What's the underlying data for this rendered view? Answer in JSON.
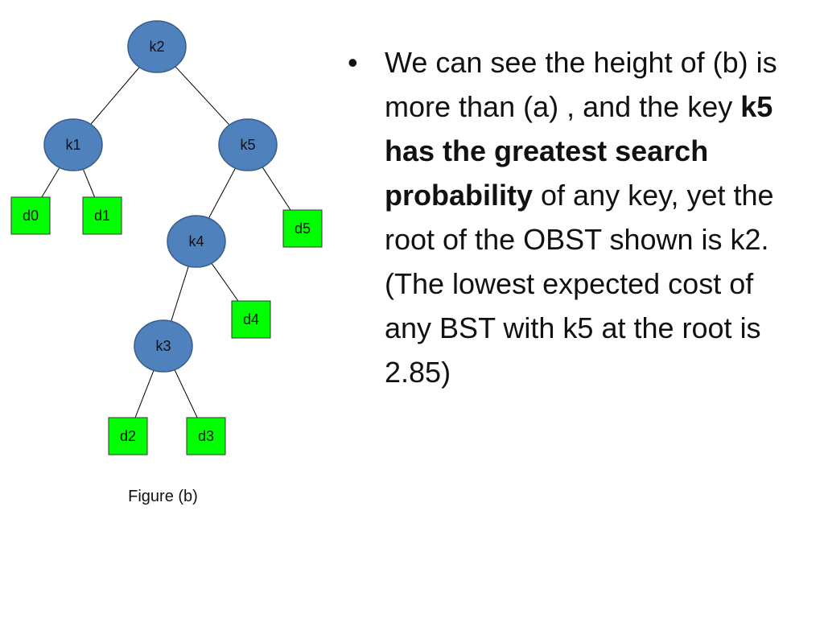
{
  "diagram": {
    "nodes": [
      {
        "id": "k2",
        "label": "k2",
        "kind": "key"
      },
      {
        "id": "k1",
        "label": "k1",
        "kind": "key"
      },
      {
        "id": "k5",
        "label": "k5",
        "kind": "key"
      },
      {
        "id": "d0",
        "label": "d0",
        "kind": "dummy"
      },
      {
        "id": "d1",
        "label": "d1",
        "kind": "dummy"
      },
      {
        "id": "k4",
        "label": "k4",
        "kind": "key"
      },
      {
        "id": "d5",
        "label": "d5",
        "kind": "dummy"
      },
      {
        "id": "d4",
        "label": "d4",
        "kind": "dummy"
      },
      {
        "id": "k3",
        "label": "k3",
        "kind": "key"
      },
      {
        "id": "d2",
        "label": "d2",
        "kind": "dummy"
      },
      {
        "id": "d3",
        "label": "d3",
        "kind": "dummy"
      }
    ],
    "edges": [
      [
        "k2",
        "k1"
      ],
      [
        "k2",
        "k5"
      ],
      [
        "k1",
        "d0"
      ],
      [
        "k1",
        "d1"
      ],
      [
        "k5",
        "k4"
      ],
      [
        "k5",
        "d5"
      ],
      [
        "k4",
        "k3"
      ],
      [
        "k4",
        "d4"
      ],
      [
        "k3",
        "d2"
      ],
      [
        "k3",
        "d3"
      ]
    ],
    "colors": {
      "key_fill": "#4f81bd",
      "key_stroke": "#385d8a",
      "dummy_fill": "#00ff00",
      "dummy_stroke": "#333333",
      "edge": "#000000"
    },
    "caption": "Figure (b)"
  },
  "bullet": {
    "marker": "•",
    "text_1": "We can see the height of (b) is more than (a) , and the key ",
    "bold": "k5 has the greatest search probability",
    "text_2": " of any key, yet the root of the OBST shown is k2.(The lowest expected cost of any BST with k5 at the root is 2.85)"
  }
}
